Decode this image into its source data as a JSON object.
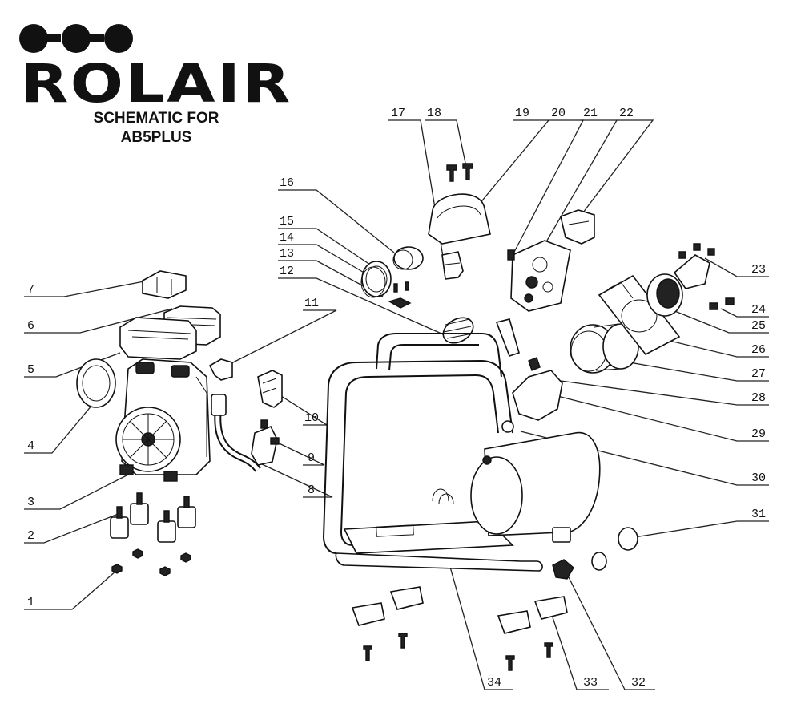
{
  "brand": {
    "logo_word": "ROLAIR",
    "caption_line1": "SCHEMATIC FOR",
    "caption_line2": "AB5PLUS"
  },
  "callouts": [
    "1",
    "2",
    "3",
    "4",
    "5",
    "6",
    "7",
    "8",
    "9",
    "10",
    "11",
    "12",
    "13",
    "14",
    "15",
    "16",
    "17",
    "18",
    "19",
    "20",
    "21",
    "22",
    "23",
    "24",
    "25",
    "26",
    "27",
    "28",
    "29",
    "30",
    "31",
    "32",
    "33",
    "34"
  ]
}
